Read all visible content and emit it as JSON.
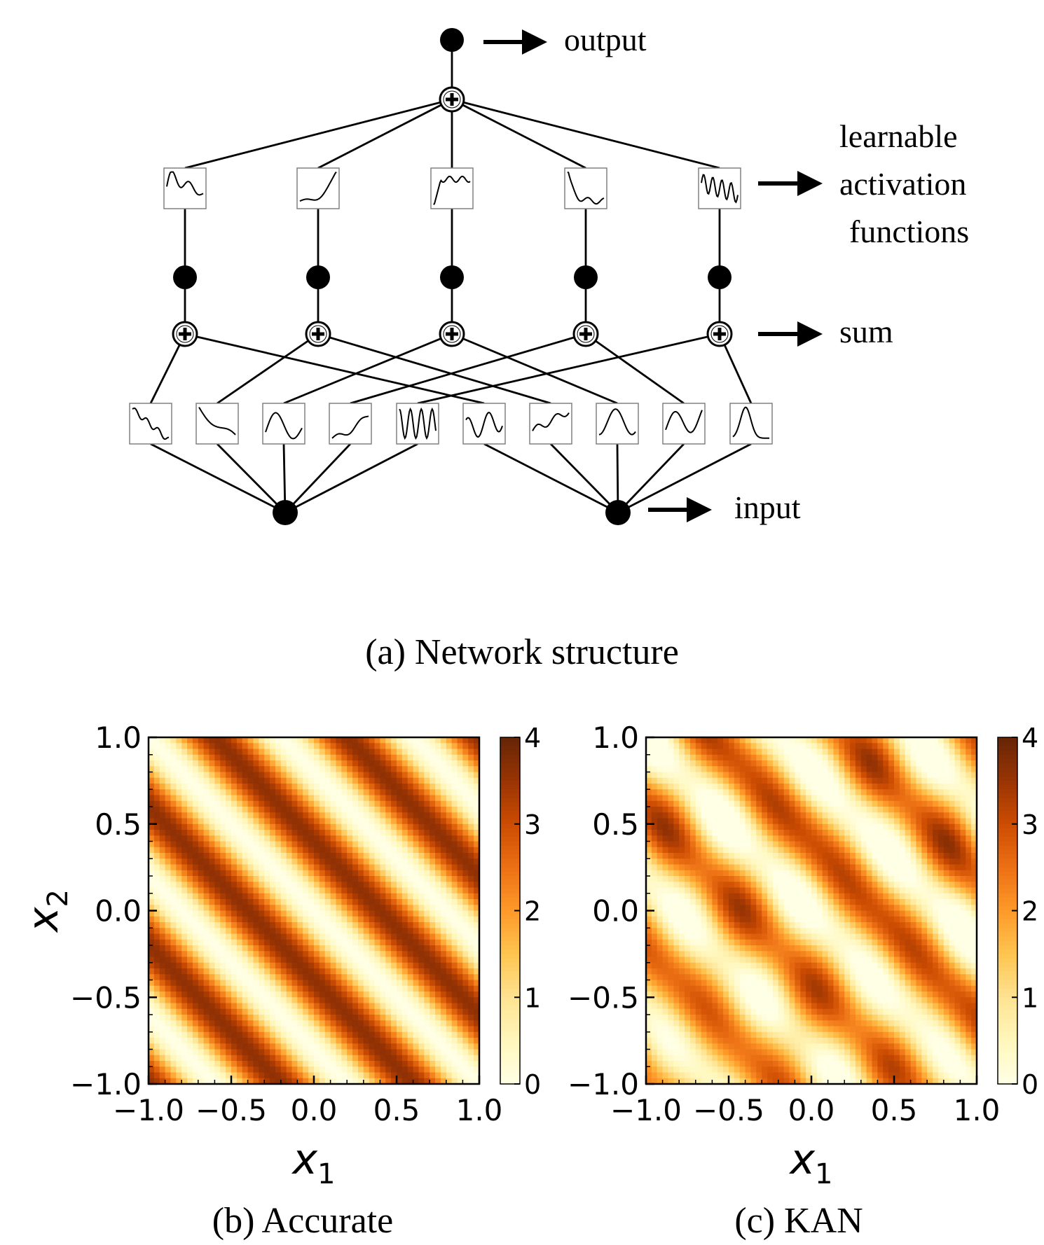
{
  "network": {
    "labels": {
      "output": "output",
      "activation_line1": "learnable",
      "activation_line2": "activation",
      "activation_line3": "functions",
      "sum": "sum",
      "input": "input"
    },
    "caption": "(a) Network structure"
  },
  "heatmaps": [
    {
      "caption": "(b) Accurate",
      "field": "accurate",
      "xlabel_base": "x",
      "xlabel_sub": "1",
      "ylabel_base": "x",
      "ylabel_sub": "2",
      "xticks": [
        "−1.0",
        "−0.5",
        "0.0",
        "0.5",
        "1.0"
      ],
      "yticks": [
        "1.0",
        "0.5",
        "0.0",
        "−0.5",
        "−1.0"
      ],
      "cbar_ticks": [
        "4",
        "3",
        "2",
        "1",
        "0"
      ],
      "vmin": 0,
      "vmax": 4
    },
    {
      "caption": "(c) KAN",
      "field": "kan",
      "xlabel_base": "x",
      "xlabel_sub": "1",
      "ylabel_base": "",
      "ylabel_sub": "",
      "xticks": [
        "−1.0",
        "−0.5",
        "0.0",
        "0.5",
        "1.0"
      ],
      "yticks": [
        "1.0",
        "0.5",
        "0.0",
        "−0.5",
        "−1.0"
      ],
      "cbar_ticks": [
        "4",
        "3",
        "2",
        "1",
        "0"
      ],
      "vmin": 0,
      "vmax": 4
    }
  ],
  "colormap": [
    "#ffffe5",
    "#fff7bc",
    "#fee391",
    "#fec44f",
    "#fe9929",
    "#ec7014",
    "#cc4c02",
    "#993404",
    "#662506"
  ]
}
